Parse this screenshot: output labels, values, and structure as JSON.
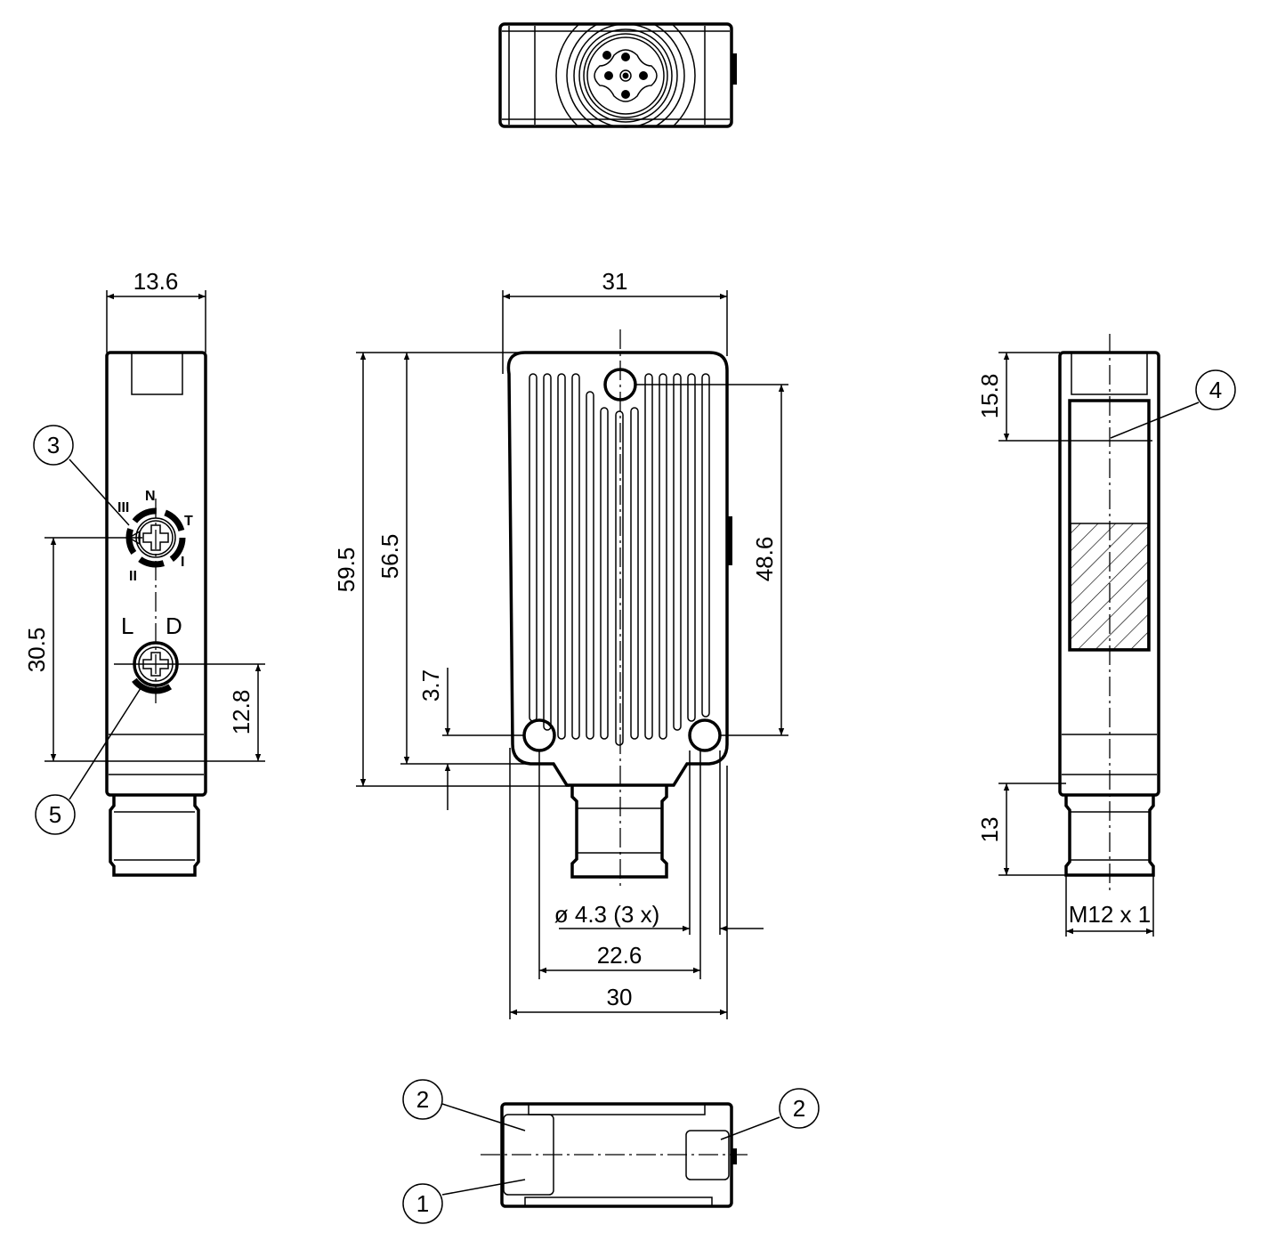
{
  "dimensions": {
    "side_width": "13.6",
    "body_width": "31",
    "total_height": "59.5",
    "body_height": "56.5",
    "hole_spacing_vertical": "48.6",
    "hole_offset": "3.7",
    "pot_spacing": "30.5",
    "pot_offset": "12.8",
    "hole_diameter": "ø 4.3 (3 x)",
    "hole_spacing_horizontal": "22.6",
    "base_width": "30",
    "window_offset": "15.8",
    "connector_length": "13",
    "thread": "M12 x 1"
  },
  "callouts": [
    "1",
    "2",
    "2",
    "3",
    "4",
    "5"
  ],
  "pot_labels": {
    "n": "N",
    "t": "T",
    "i": "I",
    "ii": "II",
    "iii": "III",
    "l": "L",
    "d": "D"
  }
}
